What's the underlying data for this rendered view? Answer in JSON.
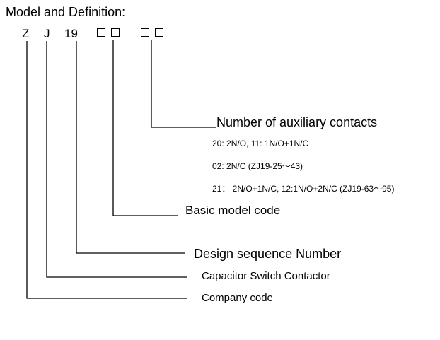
{
  "title": "Model and Definition:",
  "model_code": {
    "letter_1": "Z",
    "letter_2": "J",
    "number": "19"
  },
  "definitions": {
    "auxiliary_contacts": {
      "label": "Number of auxiliary contacts",
      "notes": [
        "20: 2N/O, 11: 1N/O+1N/C",
        "02: 2N/C (ZJ19-25～43)",
        "21： 2N/O+1N/C, 12:1N/O+2N/C (ZJ19-63～95)"
      ]
    },
    "basic_model_code": {
      "label": "Basic model code"
    },
    "design_sequence": {
      "label": "Design sequence Number"
    },
    "product": {
      "label": "Capacitor Switch Contactor"
    },
    "company": {
      "label": "Company code"
    }
  }
}
